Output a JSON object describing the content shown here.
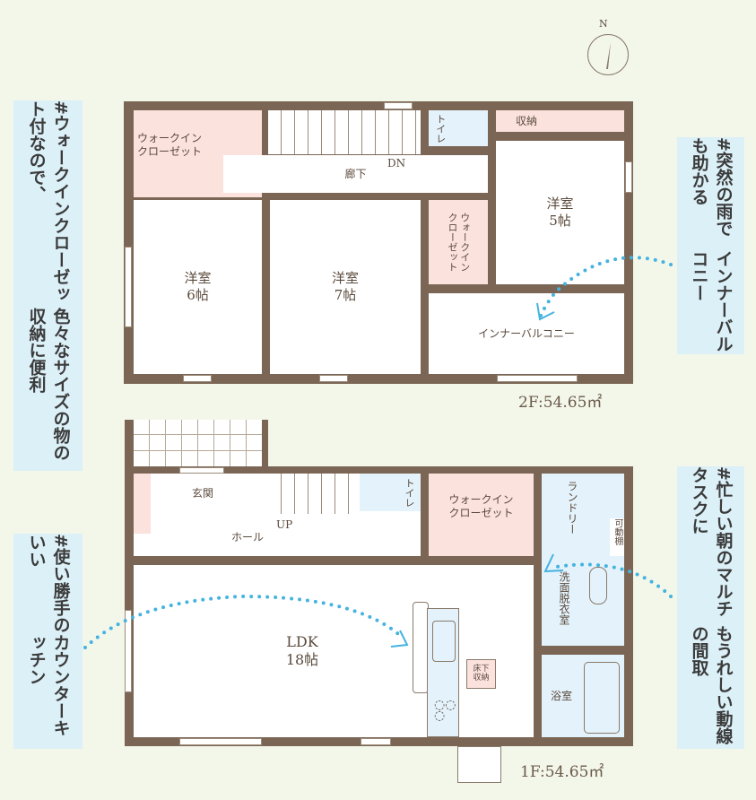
{
  "compass": {
    "label": "N"
  },
  "callouts": [
    {
      "lines": [
        "#ウォークインクローゼット付なので、",
        "色々なサイズの物の収納に便利"
      ]
    },
    {
      "lines": [
        "#突然の雨でも助かる",
        "インナーバルコニー"
      ]
    },
    {
      "lines": [
        "#忙しい朝のマルチタスクに",
        "もうれしい動線の間取"
      ]
    },
    {
      "lines": [
        "#使い勝手のいい",
        "カウンターキッチン"
      ]
    }
  ],
  "floor2": {
    "area": "2F:54.65㎡",
    "wic1": "ウォークイン\nクローゼット",
    "corridor": "廊下",
    "dn": "DN",
    "toilet": "トイレ",
    "storage": "収納",
    "room5": "洋室\n5帖",
    "room6": "洋室\n6帖",
    "room7": "洋室\n7帖",
    "wic2": "ウォークイン\nクローゼット",
    "balcony": "インナーバルコニー"
  },
  "floor1": {
    "area": "1F:54.65㎡",
    "entrance": "玄関",
    "up": "UP",
    "hall": "ホール",
    "toilet": "トイレ",
    "wic": "ウォークイン\nクローゼット",
    "laundry": "ランドリー",
    "shelf": "可動棚",
    "washroom": "洗面脱衣室",
    "ldk": "LDK\n18帖",
    "underfloor": "床下\n収納",
    "bath": "浴室"
  },
  "colors": {
    "wall": "#7b6655",
    "wic": "#fbe2dd",
    "wet": "#e4f2fb",
    "callout": "#dcf0f8",
    "arrow": "#45b3e0"
  }
}
